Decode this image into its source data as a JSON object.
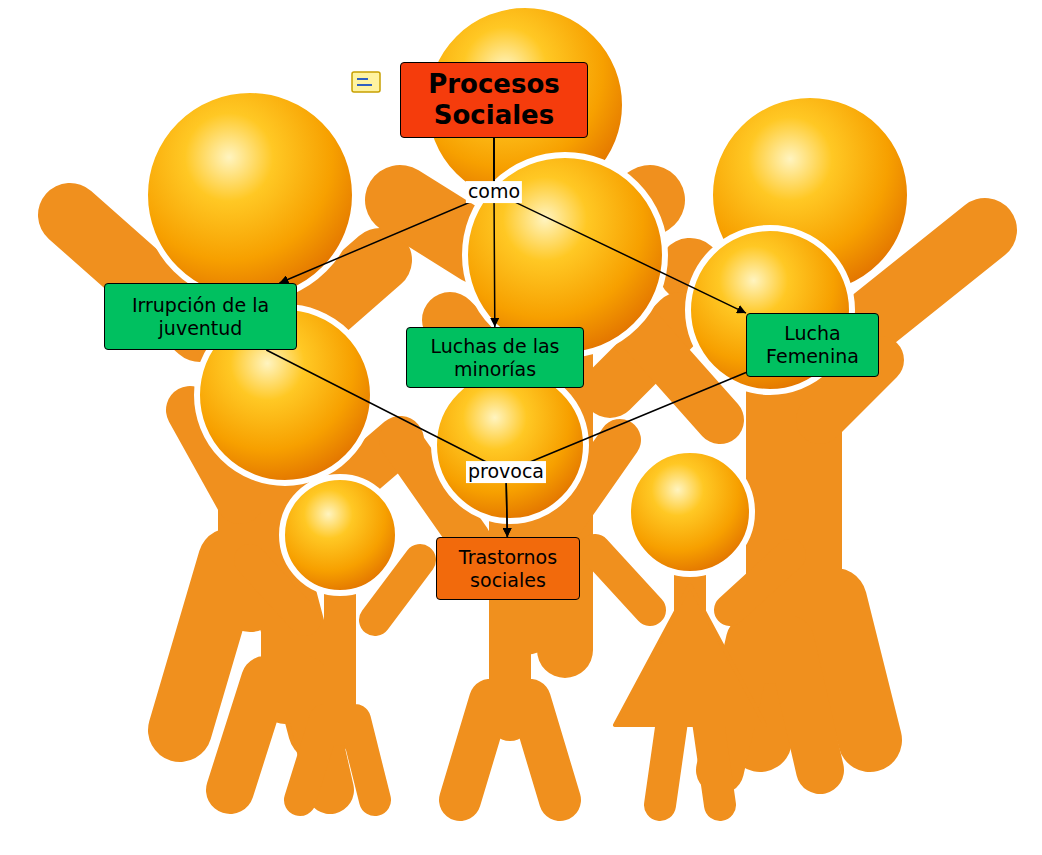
{
  "diagram": {
    "nodes": [
      {
        "text": [
          "Procesos Sociales"
        ]
      },
      {
        "text": [
          "Irrupción de la juventud"
        ]
      },
      {
        "text": [
          "Luchas de las minorías"
        ]
      },
      {
        "text": [
          "Lucha Femenina"
        ]
      },
      {
        "text": [
          "Trastornos sociales"
        ]
      }
    ],
    "edges": [
      {
        "from": 0,
        "to": 1,
        "arrow": "to",
        "label": "como"
      },
      {
        "from": 0,
        "to": 2,
        "arrow": "to"
      },
      {
        "from": 0,
        "to": 3,
        "arrow": "to"
      },
      {
        "from": 1,
        "to": 4,
        "arrow": "to",
        "label": "provoca"
      },
      {
        "from": 3,
        "to": 4,
        "arrow": "to"
      }
    ]
  }
}
